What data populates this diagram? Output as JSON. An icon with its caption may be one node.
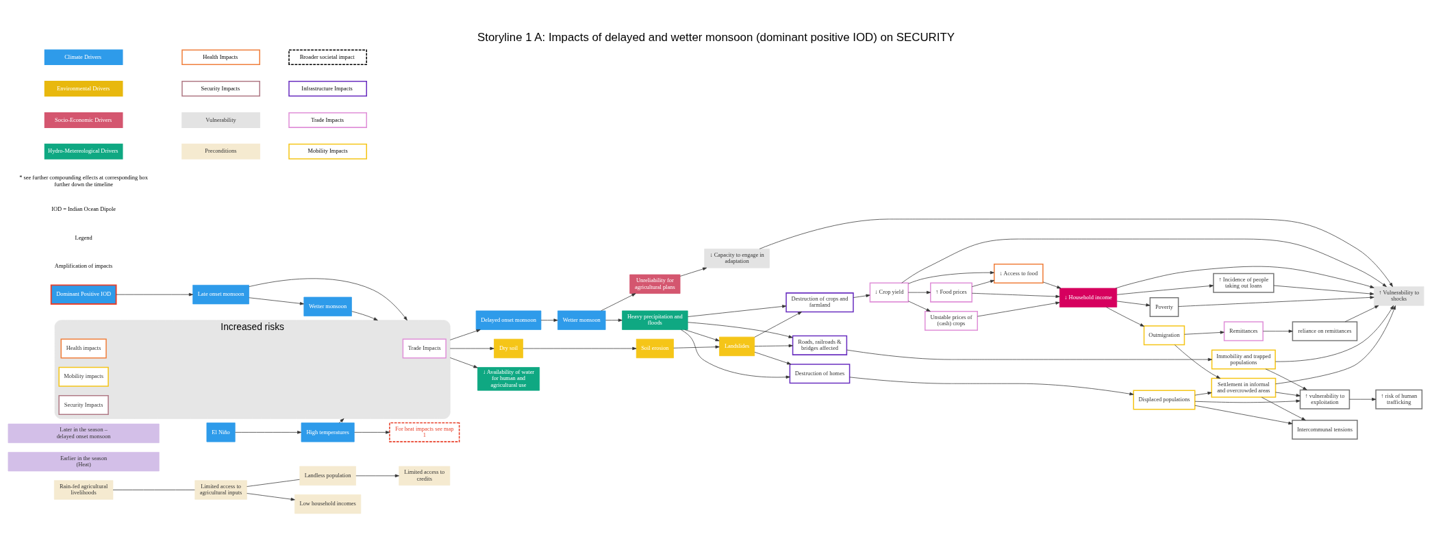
{
  "diagram": {
    "title": "Storyline 1 A: Impacts of delayed and wetter monsoon (dominant positive IOD) on SECURITY",
    "nodes": [
      {
        "text": [
          "Rain-fed agricultural livelihoods"
        ]
      },
      {
        "text": [
          "Limited access to agricultural inputs"
        ]
      },
      {
        "text": [
          "Landless population"
        ]
      },
      {
        "text": [
          "Low household incomes"
        ]
      },
      {
        "text": [
          "Limited access to credits"
        ]
      },
      {
        "text": [
          "Earlier in the season (Heat)"
        ]
      },
      {
        "text": [
          "Later in the season – delayed onset monsoon"
        ]
      },
      {
        "text": [
          "Increased risks"
        ]
      },
      {
        "text": [
          "Health impacts"
        ],
        "in": 7
      },
      {
        "text": [
          "Trade Impacts"
        ],
        "in": 7
      },
      {
        "text": [
          "Mobility impacts"
        ],
        "in": 7
      },
      {
        "text": [
          "Security Impacts"
        ],
        "in": 7
      },
      {
        "text": [
          "Dominant Positive IOD"
        ]
      },
      {
        "text": [
          "Late onset monsoon"
        ]
      },
      {
        "text": [
          "Wetter monsoon"
        ]
      },
      {
        "text": [
          "El Niño"
        ]
      },
      {
        "text": [
          "High temperatures"
        ]
      },
      {
        "text": [
          "For heat impacts see map 1"
        ]
      },
      {
        "text": [
          "Delayed onset monsoon"
        ]
      },
      {
        "text": [
          "Wetter monsoon"
        ]
      },
      {
        "text": [
          "Dry soil"
        ]
      },
      {
        "text": [
          "Soil erosion"
        ]
      },
      {
        "text": [
          "↓ Availability of water for human and agricultural use"
        ]
      },
      {
        "text": [
          "Heavy precipitation and floods"
        ]
      },
      {
        "text": [
          "Landslides"
        ]
      },
      {
        "text": [
          "Unreliability for agricultural plans"
        ]
      },
      {
        "text": [
          "Destruction of homes"
        ]
      },
      {
        "text": [
          "Roads, railroads & bridges affected"
        ]
      },
      {
        "text": [
          "Destruction of crops and farmland"
        ]
      },
      {
        "text": [
          "↓ Capacity to engage in adaptation"
        ]
      },
      {
        "text": [
          "Displaced populations"
        ]
      },
      {
        "text": [
          "Immobility and trapped populations"
        ]
      },
      {
        "text": [
          "↓ Crop yield"
        ]
      },
      {
        "text": [
          "Intercommunal tensions"
        ]
      },
      {
        "text": [
          "Settlement in informal and overcrowded areas"
        ]
      },
      {
        "text": [
          "↑ vulnerability to exploitation"
        ]
      },
      {
        "text": [
          "↑ risk of human trafficking"
        ]
      },
      {
        "text": [
          "Outmigration"
        ]
      },
      {
        "text": [
          "reliance on remittances"
        ]
      },
      {
        "text": [
          "Remittances"
        ]
      },
      {
        "text": [
          "↑ Vulnerability to shocks"
        ]
      },
      {
        "text": [
          "↓ Access to food"
        ]
      },
      {
        "text": [
          "↑ Food prices"
        ]
      },
      {
        "text": [
          "Unstable prices of (cash) crops"
        ]
      },
      {
        "text": [
          "↓ Household income"
        ]
      },
      {
        "text": [
          "↑ Incidence of people taking out loans"
        ]
      },
      {
        "text": [
          "Poverty"
        ]
      }
    ],
    "edges": [
      {
        "from": 0,
        "to": 1,
        "arrow": "none"
      },
      {
        "from": 1,
        "to": 2,
        "arrow": "none"
      },
      {
        "from": 1,
        "to": 3,
        "arrow": "to"
      },
      {
        "from": 2,
        "to": 4,
        "arrow": "to"
      },
      {
        "from": 12,
        "to": 13,
        "arrow": "to"
      },
      {
        "from": 13,
        "to": 14,
        "arrow": "to"
      },
      {
        "from": 15,
        "to": 16,
        "arrow": "to"
      },
      {
        "from": 16,
        "to": 17,
        "arrow": "to"
      },
      {
        "from": 13,
        "to": 7,
        "arrow": "to"
      },
      {
        "from": 14,
        "to": 7,
        "arrow": "to"
      },
      {
        "from": 16,
        "to": 7,
        "arrow": "to"
      },
      {
        "from": 7,
        "to": 18,
        "arrow": "to"
      },
      {
        "from": 7,
        "to": 20,
        "arrow": "to"
      },
      {
        "from": 7,
        "to": 22,
        "arrow": "to"
      },
      {
        "from": 18,
        "to": 19,
        "arrow": "to"
      },
      {
        "from": 19,
        "to": 23,
        "arrow": "to"
      },
      {
        "from": 19,
        "to": 25,
        "arrow": "to"
      },
      {
        "from": 23,
        "to": 24,
        "arrow": "to"
      },
      {
        "from": 20,
        "to": 21,
        "arrow": "to"
      },
      {
        "from": 21,
        "to": 24,
        "arrow": "to"
      },
      {
        "from": 23,
        "to": 26,
        "arrow": "to"
      },
      {
        "from": 23,
        "to": 27,
        "arrow": "to"
      },
      {
        "from": 23,
        "to": 28,
        "arrow": "to"
      },
      {
        "from": 24,
        "to": 26,
        "arrow": "to"
      },
      {
        "from": 24,
        "to": 27,
        "arrow": "to"
      },
      {
        "from": 24,
        "to": 28,
        "arrow": "to"
      },
      {
        "from": 25,
        "to": 29,
        "arrow": "to"
      },
      {
        "from": 26,
        "to": 30,
        "arrow": "to"
      },
      {
        "from": 27,
        "to": 31,
        "arrow": "to"
      },
      {
        "from": 28,
        "to": 32,
        "arrow": "to"
      },
      {
        "from": 29,
        "to": 40,
        "arrow": "to"
      },
      {
        "from": 30,
        "to": 33,
        "arrow": "to"
      },
      {
        "from": 30,
        "to": 34,
        "arrow": "to"
      },
      {
        "from": 30,
        "to": 35,
        "arrow": "to"
      },
      {
        "from": 31,
        "to": 35,
        "arrow": "to"
      },
      {
        "from": 34,
        "to": 35,
        "arrow": "to"
      },
      {
        "from": 34,
        "to": 33,
        "arrow": "to"
      },
      {
        "from": 34,
        "to": 40,
        "arrow": "to"
      },
      {
        "from": 31,
        "to": 40,
        "arrow": "to"
      },
      {
        "from": 35,
        "to": 36,
        "arrow": "to"
      },
      {
        "from": 37,
        "to": 34,
        "arrow": "to"
      },
      {
        "from": 37,
        "to": 39,
        "arrow": "to"
      },
      {
        "from": 39,
        "to": 38,
        "arrow": "to"
      },
      {
        "from": 38,
        "to": 40,
        "arrow": "to"
      },
      {
        "from": 32,
        "to": 41,
        "arrow": "to"
      },
      {
        "from": 32,
        "to": 42,
        "arrow": "to"
      },
      {
        "from": 32,
        "to": 43,
        "arrow": "to"
      },
      {
        "from": 42,
        "to": 41,
        "arrow": "to"
      },
      {
        "from": 41,
        "to": 44,
        "arrow": "to"
      },
      {
        "from": 42,
        "to": 44,
        "arrow": "to"
      },
      {
        "from": 43,
        "to": 44,
        "arrow": "to"
      },
      {
        "from": 44,
        "to": 37,
        "arrow": "to"
      },
      {
        "from": 44,
        "to": 45,
        "arrow": "to"
      },
      {
        "from": 44,
        "to": 46,
        "arrow": "to"
      },
      {
        "from": 44,
        "to": 40,
        "arrow": "to"
      },
      {
        "from": 32,
        "to": 40,
        "arrow": "to"
      },
      {
        "from": 45,
        "to": 40,
        "arrow": "to"
      },
      {
        "from": 46,
        "to": 40,
        "arrow": "to"
      }
    ],
    "labels": [
      "Amplification of impacts",
      "Legend",
      "IOD = Indian Ocean Dipole",
      "* see further compounding effects at corresponding box further down the timeline"
    ],
    "legend": [
      {
        "text": "Hydro-Metereological Drivers",
        "color": "#0fa882"
      },
      {
        "text": "Preconditions",
        "color": "#f5ead0"
      },
      {
        "text": "Mobility Impacts"
      },
      {
        "text": "Socio-Economic Drivers",
        "color": "#d4566f"
      },
      {
        "text": "Vulnerability",
        "color": "#e3e3e3"
      },
      {
        "text": "Trade Impacts"
      },
      {
        "text": "Environmental Drivers",
        "color": "#e8b80e"
      },
      {
        "text": "Security Impacts"
      },
      {
        "text": "Infrastructure Impacts"
      },
      {
        "text": "Climate Drivers",
        "color": "#2e9bea"
      },
      {
        "text": "Health Impacts"
      },
      {
        "text": "Broader societal impact"
      }
    ]
  }
}
